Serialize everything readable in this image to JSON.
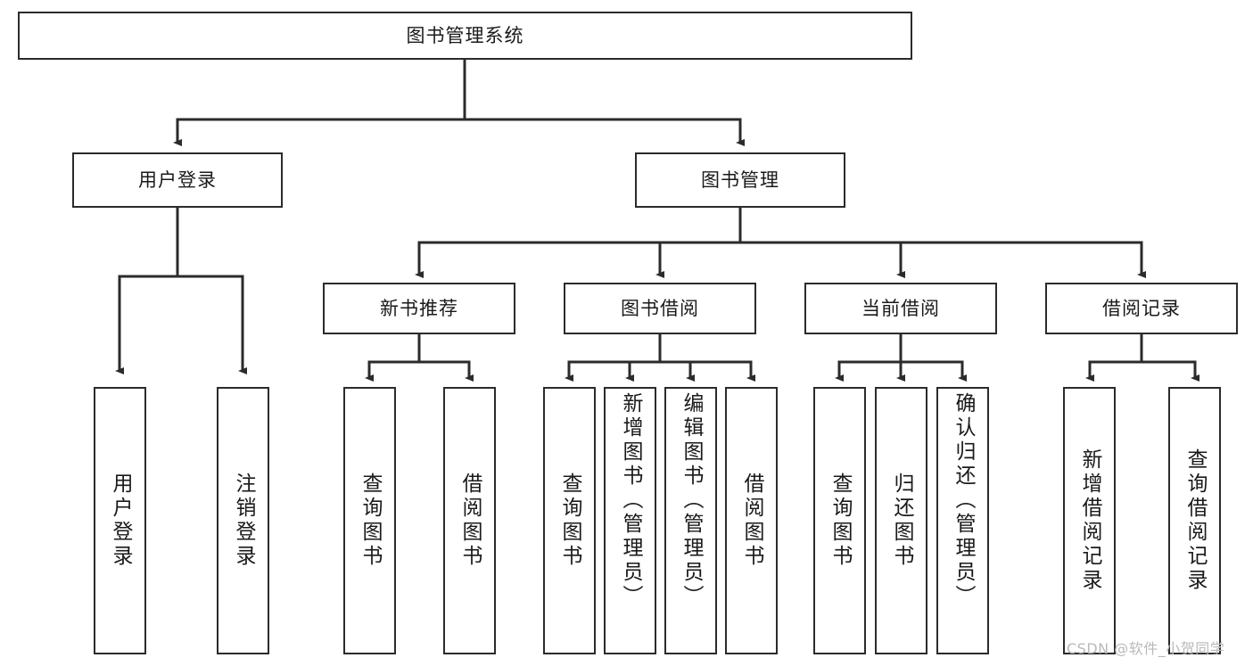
{
  "diagram": {
    "title": "图书管理系统",
    "type": "tree-hierarchy",
    "watermark": "CSDN @软件_小贺同学",
    "colors": {
      "box_border": "#2b2b2b",
      "box_fill": "#ffffff",
      "edge": "#2b2b2b",
      "text": "#1a1a1a",
      "watermark": "#b9b9b9"
    },
    "nodes": {
      "root": {
        "label": "图书管理系统",
        "orientation": "horizontal"
      },
      "level2": [
        {
          "id": "user-login",
          "label": "用户登录",
          "orientation": "horizontal"
        },
        {
          "id": "book-manage",
          "label": "图书管理",
          "orientation": "horizontal"
        }
      ],
      "level3": [
        {
          "id": "new-book-rec",
          "label": "新书推荐",
          "orientation": "horizontal"
        },
        {
          "id": "book-borrow",
          "label": "图书借阅",
          "orientation": "horizontal"
        },
        {
          "id": "current-borrow",
          "label": "当前借阅",
          "orientation": "horizontal"
        },
        {
          "id": "borrow-record",
          "label": "借阅记录",
          "orientation": "horizontal"
        }
      ],
      "leaves": [
        {
          "id": "leaf-user-login",
          "label": "用户登录",
          "orientation": "vertical",
          "parent": "user-login"
        },
        {
          "id": "leaf-user-logout",
          "label": "注销登录",
          "orientation": "vertical",
          "parent": "user-login"
        },
        {
          "id": "leaf-query-book-1",
          "label": "查询图书",
          "orientation": "vertical",
          "parent": "new-book-rec"
        },
        {
          "id": "leaf-borrow-book-1",
          "label": "借阅图书",
          "orientation": "vertical",
          "parent": "new-book-rec"
        },
        {
          "id": "leaf-query-book-2",
          "label": "查询图书",
          "orientation": "vertical",
          "parent": "book-borrow"
        },
        {
          "id": "leaf-add-book",
          "label": "新增图书（管理员）",
          "orientation": "vertical",
          "parent": "book-borrow"
        },
        {
          "id": "leaf-edit-book",
          "label": "编辑图书（管理员）",
          "orientation": "vertical",
          "parent": "book-borrow"
        },
        {
          "id": "leaf-borrow-book-2",
          "label": "借阅图书",
          "orientation": "vertical",
          "parent": "book-borrow"
        },
        {
          "id": "leaf-query-book-3",
          "label": "查询图书",
          "orientation": "vertical",
          "parent": "current-borrow"
        },
        {
          "id": "leaf-return-book",
          "label": "归还图书",
          "orientation": "vertical",
          "parent": "current-borrow"
        },
        {
          "id": "leaf-confirm-return",
          "label": "确认归还（管理员）",
          "orientation": "vertical",
          "parent": "current-borrow"
        },
        {
          "id": "leaf-add-record",
          "label": "新增借阅记录",
          "orientation": "vertical",
          "parent": "borrow-record"
        },
        {
          "id": "leaf-query-record",
          "label": "查询借阅记录",
          "orientation": "vertical",
          "parent": "borrow-record"
        }
      ]
    }
  }
}
